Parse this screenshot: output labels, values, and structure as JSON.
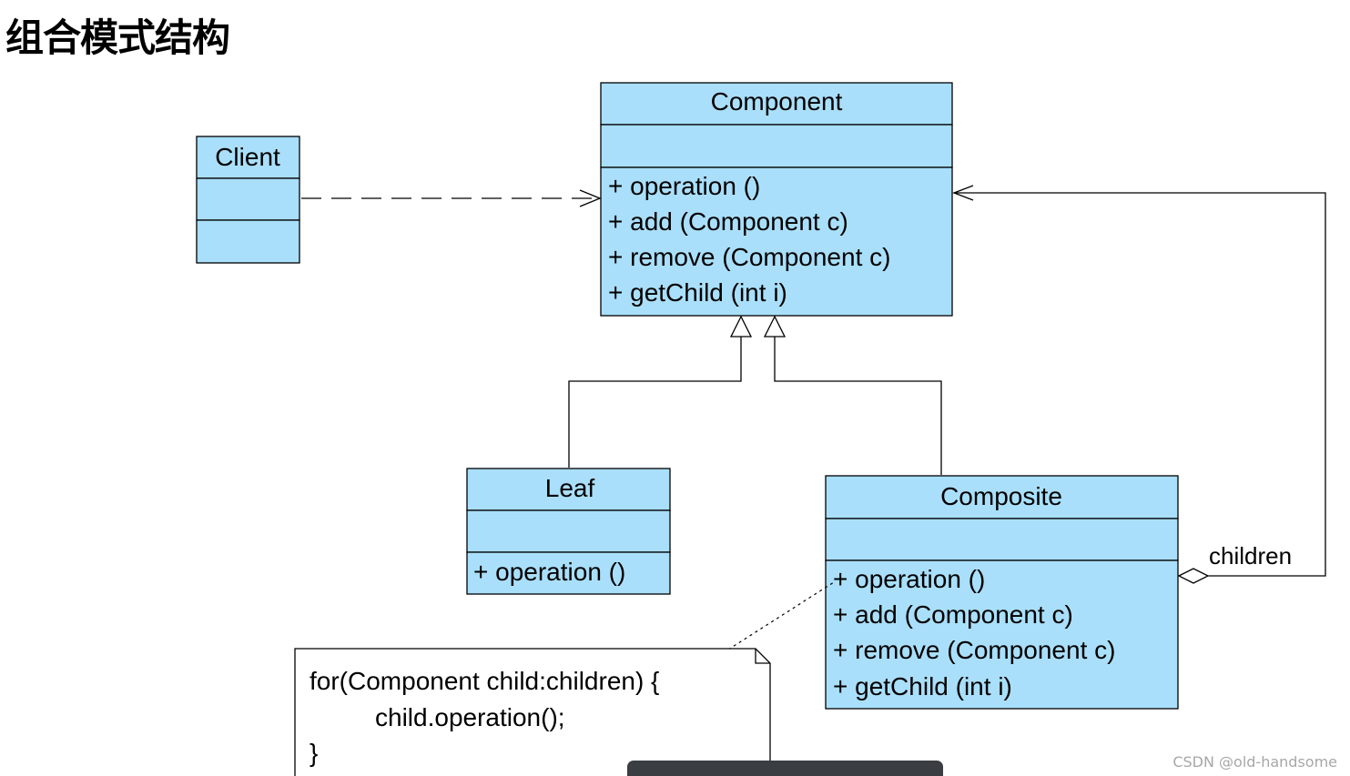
{
  "title": "组合模式结构",
  "colors": {
    "class_fill": "#a9dffa",
    "stroke": "#000000",
    "note_fill": "#ffffff",
    "watermark": "#a7a7a7"
  },
  "classes": {
    "client": {
      "name": "Client",
      "members": []
    },
    "component": {
      "name": "Component",
      "members": [
        "+ operation ()",
        "+ add (Component c)",
        "+ remove (Component c)",
        "+ getChild (int i)"
      ]
    },
    "leaf": {
      "name": "Leaf",
      "members": [
        "+ operation ()"
      ]
    },
    "composite": {
      "name": "Composite",
      "members": [
        "+ operation ()",
        "+ add (Component c)",
        "+ remove (Component c)",
        "+ getChild (int i)"
      ]
    }
  },
  "relations": {
    "dependency": {
      "from": "Client",
      "to": "Component"
    },
    "generalizations": [
      {
        "from": "Leaf",
        "to": "Component"
      },
      {
        "from": "Composite",
        "to": "Component"
      }
    ],
    "aggregation": {
      "from": "Composite",
      "to": "Component",
      "role": "children"
    }
  },
  "note": {
    "lines": [
      "for(Component child:children) {",
      "child.operation();",
      "}"
    ]
  },
  "watermark": "CSDN @old-handsome"
}
